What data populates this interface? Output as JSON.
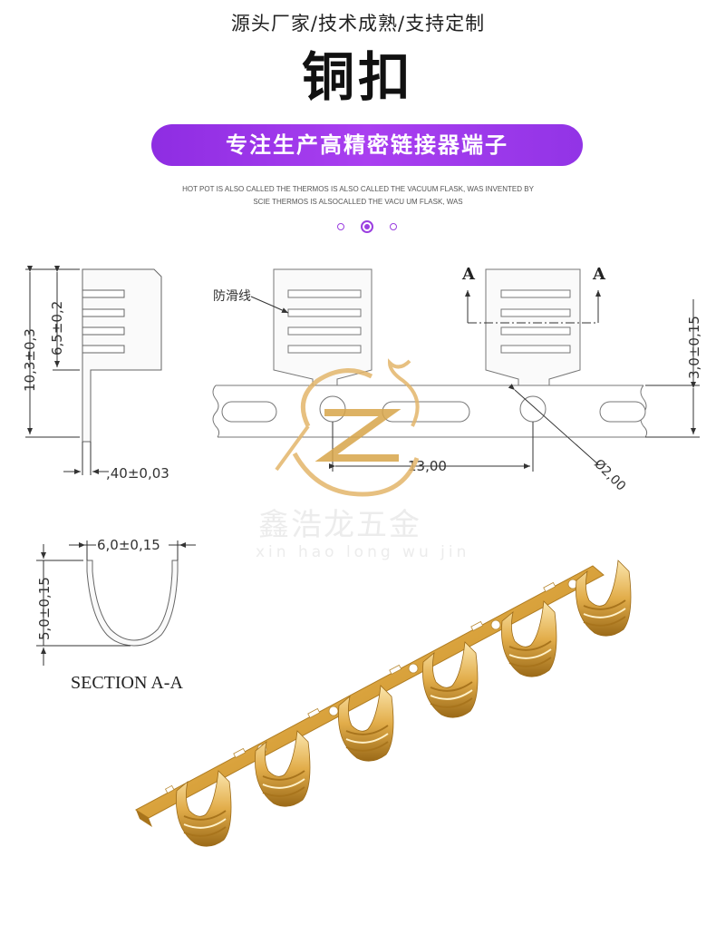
{
  "header": {
    "tagline": "源头厂家/技术成熟/支持定制",
    "title": "铜扣",
    "banner": "专注生产高精密链接器端子",
    "subtext_line1": "HOT POT IS ALSO CALLED THE THERMOS IS ALSO CALLED THE VACUUM FLASK, WAS INVENTED BY",
    "subtext_line2": "SCIE THERMOS IS ALSOCALLED THE VACU  UM FLASK, WAS"
  },
  "carousel": {
    "count": 3,
    "active_index": 1
  },
  "drawing": {
    "dim_total_height": "10,3±0,3",
    "dim_slot_height": "6,5±0,2",
    "dim_thickness": ",40±0,03",
    "label_antislip": "防滑线",
    "section_mark_left": "A",
    "section_mark_right": "A",
    "dim_strip_height": "3,0±0,15",
    "dim_pitch": "13,00",
    "dim_hole": "Ø2,00",
    "dim_width": "6,0±0,15",
    "dim_depth": "5,0±0,15",
    "section_title": "SECTION A-A"
  },
  "watermark": {
    "cn": "鑫浩龙五金",
    "pinyin": "xin hao long wu jin"
  },
  "colors": {
    "accent": "#9b3fe0",
    "banner_start": "#8e2de2",
    "gold": "#e0b25a",
    "brass": "#c8962e"
  }
}
